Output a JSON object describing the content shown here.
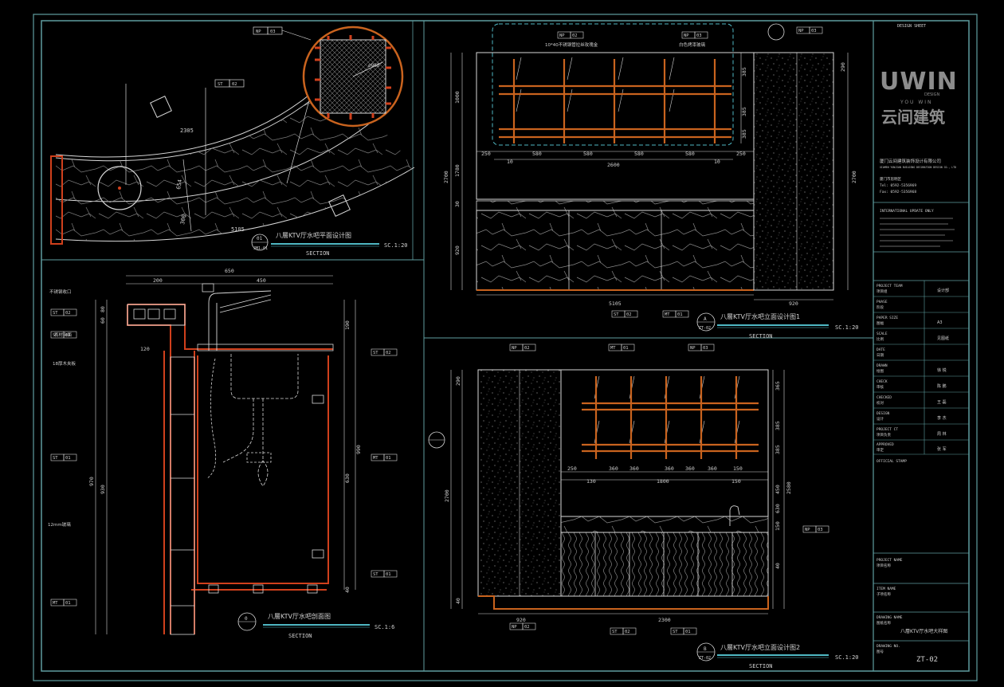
{
  "colors": {
    "background": "#000000",
    "frame": "#5f9ea0",
    "cyan_line": "#4fb8c4",
    "white_line": "#d8d8d8",
    "red_line": "#d0401c",
    "orange_line": "#c9631e",
    "text": "#cfcfcf"
  },
  "drawings": {
    "plan": {
      "title": "八層KTV厅水吧平面设计图",
      "number": "01",
      "ref": "JM1-01",
      "scale": "SC.1:20",
      "section_label": "SECTION",
      "dims": [
        "2305",
        "5105",
        "654",
        "300"
      ],
      "tags": [
        [
          "NP",
          "03"
        ],
        [
          "ST",
          "02"
        ]
      ],
      "detail_dim": "ø960"
    },
    "elevation1": {
      "title": "八層KTV厅水吧立面设计图1",
      "number": "A",
      "ref": "ZT-02",
      "scale": "SC.1:20",
      "section_label": "SECTION",
      "top_dims": [
        "250",
        "580",
        "580",
        "580",
        "580",
        "250"
      ],
      "mid_dims": [
        "10",
        "2600",
        "10"
      ],
      "bottom_dims": [
        "5105",
        "920"
      ],
      "left_dims": [
        "1000",
        "2700",
        "1780",
        "920",
        "30"
      ],
      "right_dims": [
        "2700",
        "290",
        "385",
        "385",
        "385"
      ],
      "note_top": "10*40不锈钢管拉丝玫瑰金",
      "note_top2": "白色烤漆玻璃",
      "tags": [
        [
          "NP",
          "02"
        ],
        [
          "NP",
          "03"
        ],
        [
          "ST",
          "02"
        ],
        [
          "MT",
          "01"
        ],
        [
          "NP",
          "03"
        ]
      ]
    },
    "section": {
      "title": "八層KTV厅水吧剖面图",
      "number": "0",
      "scale": "SC.1:6",
      "section_label": "SECTION",
      "top_dims": [
        "650",
        "200",
        "450"
      ],
      "left_dims": [
        "970",
        "930",
        "80",
        "60"
      ],
      "right_dims": [
        "990",
        "190",
        "630",
        "40"
      ],
      "small_dims": [
        "120"
      ],
      "notes": [
        "12mm玻璃",
        "18厚木夹板",
        "石材台面",
        "不锈钢收口"
      ],
      "tags": [
        [
          "ST",
          "02"
        ],
        [
          "ST",
          "02"
        ],
        [
          "ST",
          "01"
        ],
        [
          "MT",
          "01"
        ],
        [
          "ST",
          "01"
        ],
        [
          "MT",
          "01"
        ],
        [
          "ST",
          "01"
        ]
      ]
    },
    "elevation2": {
      "title": "八層KTV厅水吧立面设计图2",
      "number": "B",
      "ref": "ZT-02",
      "scale": "SC.1:20",
      "section_label": "SECTION",
      "top_dims": [
        "250",
        "360",
        "360",
        "360",
        "360",
        "360",
        "150"
      ],
      "mid_dims": [
        "130",
        "1800",
        "150"
      ],
      "bottom_dims": [
        "920",
        "2300"
      ],
      "left_dims": [
        "2700",
        "290",
        "40"
      ],
      "right_dims": [
        "2580",
        "365",
        "385",
        "385",
        "450",
        "630",
        "150",
        "40"
      ],
      "tags": [
        [
          "NP",
          "02"
        ],
        [
          "MT",
          "01"
        ],
        [
          "NP",
          "03"
        ],
        [
          "NP",
          "02"
        ],
        [
          "ST",
          "02"
        ],
        [
          "ST",
          "01"
        ],
        [
          "NP",
          "03"
        ]
      ]
    }
  },
  "titleblock": {
    "top_code": "DESIGN SHEET",
    "logo_main": "UWIN",
    "logo_sub": "DESIGN",
    "logo_en": "YOU WIN",
    "logo_cn": "云间建筑",
    "company": "厦门云间建筑装饰设计有限公司",
    "company_en": "XIAMEN YUNJIAN BUILDING DECORATION DESIGN CO., LTD",
    "contact1": "厦门市思明区",
    "contact2": "Tel:  0592-5356969",
    "contact3": "Fax:  0592-5356968",
    "notes_title": "INTERNATIONAL  UPDATE  ONLY",
    "rows": [
      {
        "en": "PROJECT TEAM",
        "cn": "项目组",
        "value": "设计部"
      },
      {
        "en": "PHASE",
        "cn": "阶段",
        "value": ""
      },
      {
        "en": "PAPER SIZE",
        "cn": "图幅",
        "value": "A3"
      },
      {
        "en": "SCALE",
        "cn": "比例",
        "value": "见图纸"
      },
      {
        "en": "DATE",
        "cn": "日期",
        "value": ""
      },
      {
        "en": "DRAWN",
        "cn": "绘图",
        "value": "徐 锐"
      },
      {
        "en": "CHECK",
        "cn": "审核",
        "value": "陈 鹏"
      },
      {
        "en": "CHECKED",
        "cn": "校对",
        "value": "王 磊"
      },
      {
        "en": "DESIGN",
        "cn": "设计",
        "value": "李 杰"
      },
      {
        "en": "PROJECT CT",
        "cn": "项目负责",
        "value": "周 林"
      },
      {
        "en": "APPROVED",
        "cn": "审定",
        "value": "张 军"
      }
    ],
    "official_stamp": "OFFICIAL STAMP",
    "project_name_label": "PROJECT NAME",
    "project_name_cn": "项目名称",
    "item_name_label": "ITEM NAME",
    "item_name_cn": "子项名称",
    "drawing_name_label": "DRAWING NAME",
    "drawing_name_cn": "图纸名称",
    "drawing_name_value": "八層KTV厅水吧大样图",
    "drawing_no_label": "DRAWING NO.",
    "drawing_no_cn": "图号",
    "drawing_no_value": "ZT-02"
  }
}
